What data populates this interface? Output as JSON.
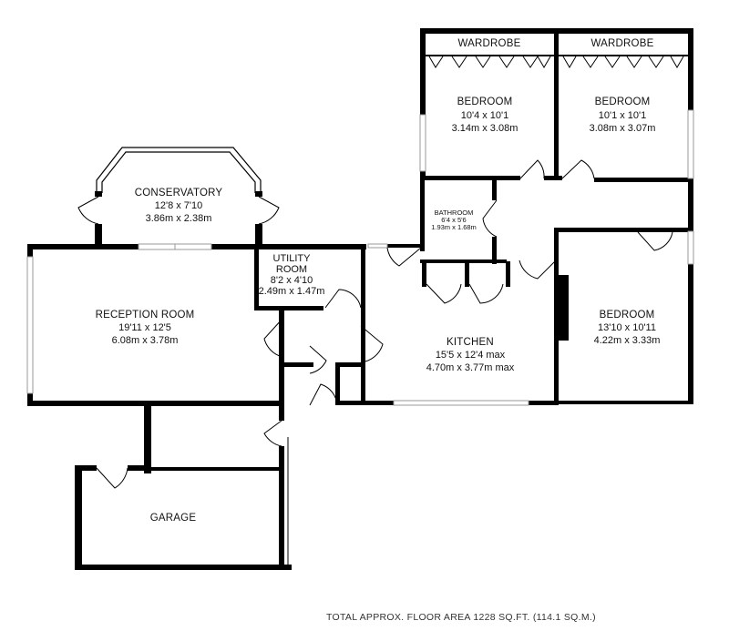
{
  "rooms": {
    "wardrobe_left": {
      "name": "WARDROBE"
    },
    "wardrobe_right": {
      "name": "WARDROBE"
    },
    "bedroom_1": {
      "name": "BEDROOM",
      "imperial": "10'4 x 10'1",
      "metric": "3.14m x 3.08m"
    },
    "bedroom_2": {
      "name": "BEDROOM",
      "imperial": "10'1 x 10'1",
      "metric": "3.08m x 3.07m"
    },
    "conservatory": {
      "name": "CONSERVATORY",
      "imperial": "12'8 x 7'10",
      "metric": "3.86m x 2.38m"
    },
    "bathroom": {
      "name": "BATHROOM",
      "imperial": "6'4 x 5'6",
      "metric": "1.93m x 1.68m"
    },
    "utility": {
      "name_line1": "UTILITY",
      "name_line2": "ROOM",
      "imperial": "8'2 x 4'10",
      "metric": "2.49m x 1.47m"
    },
    "reception": {
      "name": "RECEPTION ROOM",
      "imperial": "19'11 x 12'5",
      "metric": "6.08m x 3.78m"
    },
    "kitchen": {
      "name": "KITCHEN",
      "imperial": "15'5 x 12'4 max",
      "metric": "4.70m x 3.77m max"
    },
    "bedroom_3": {
      "name": "BEDROOM",
      "imperial": "13'10 x 10'11",
      "metric": "4.22m x 3.33m"
    },
    "garage": {
      "name": "GARAGE"
    }
  },
  "footer": {
    "total_area": "TOTAL APPROX. FLOOR AREA 1228 SQ.FT. (114.1 SQ.M.)"
  }
}
